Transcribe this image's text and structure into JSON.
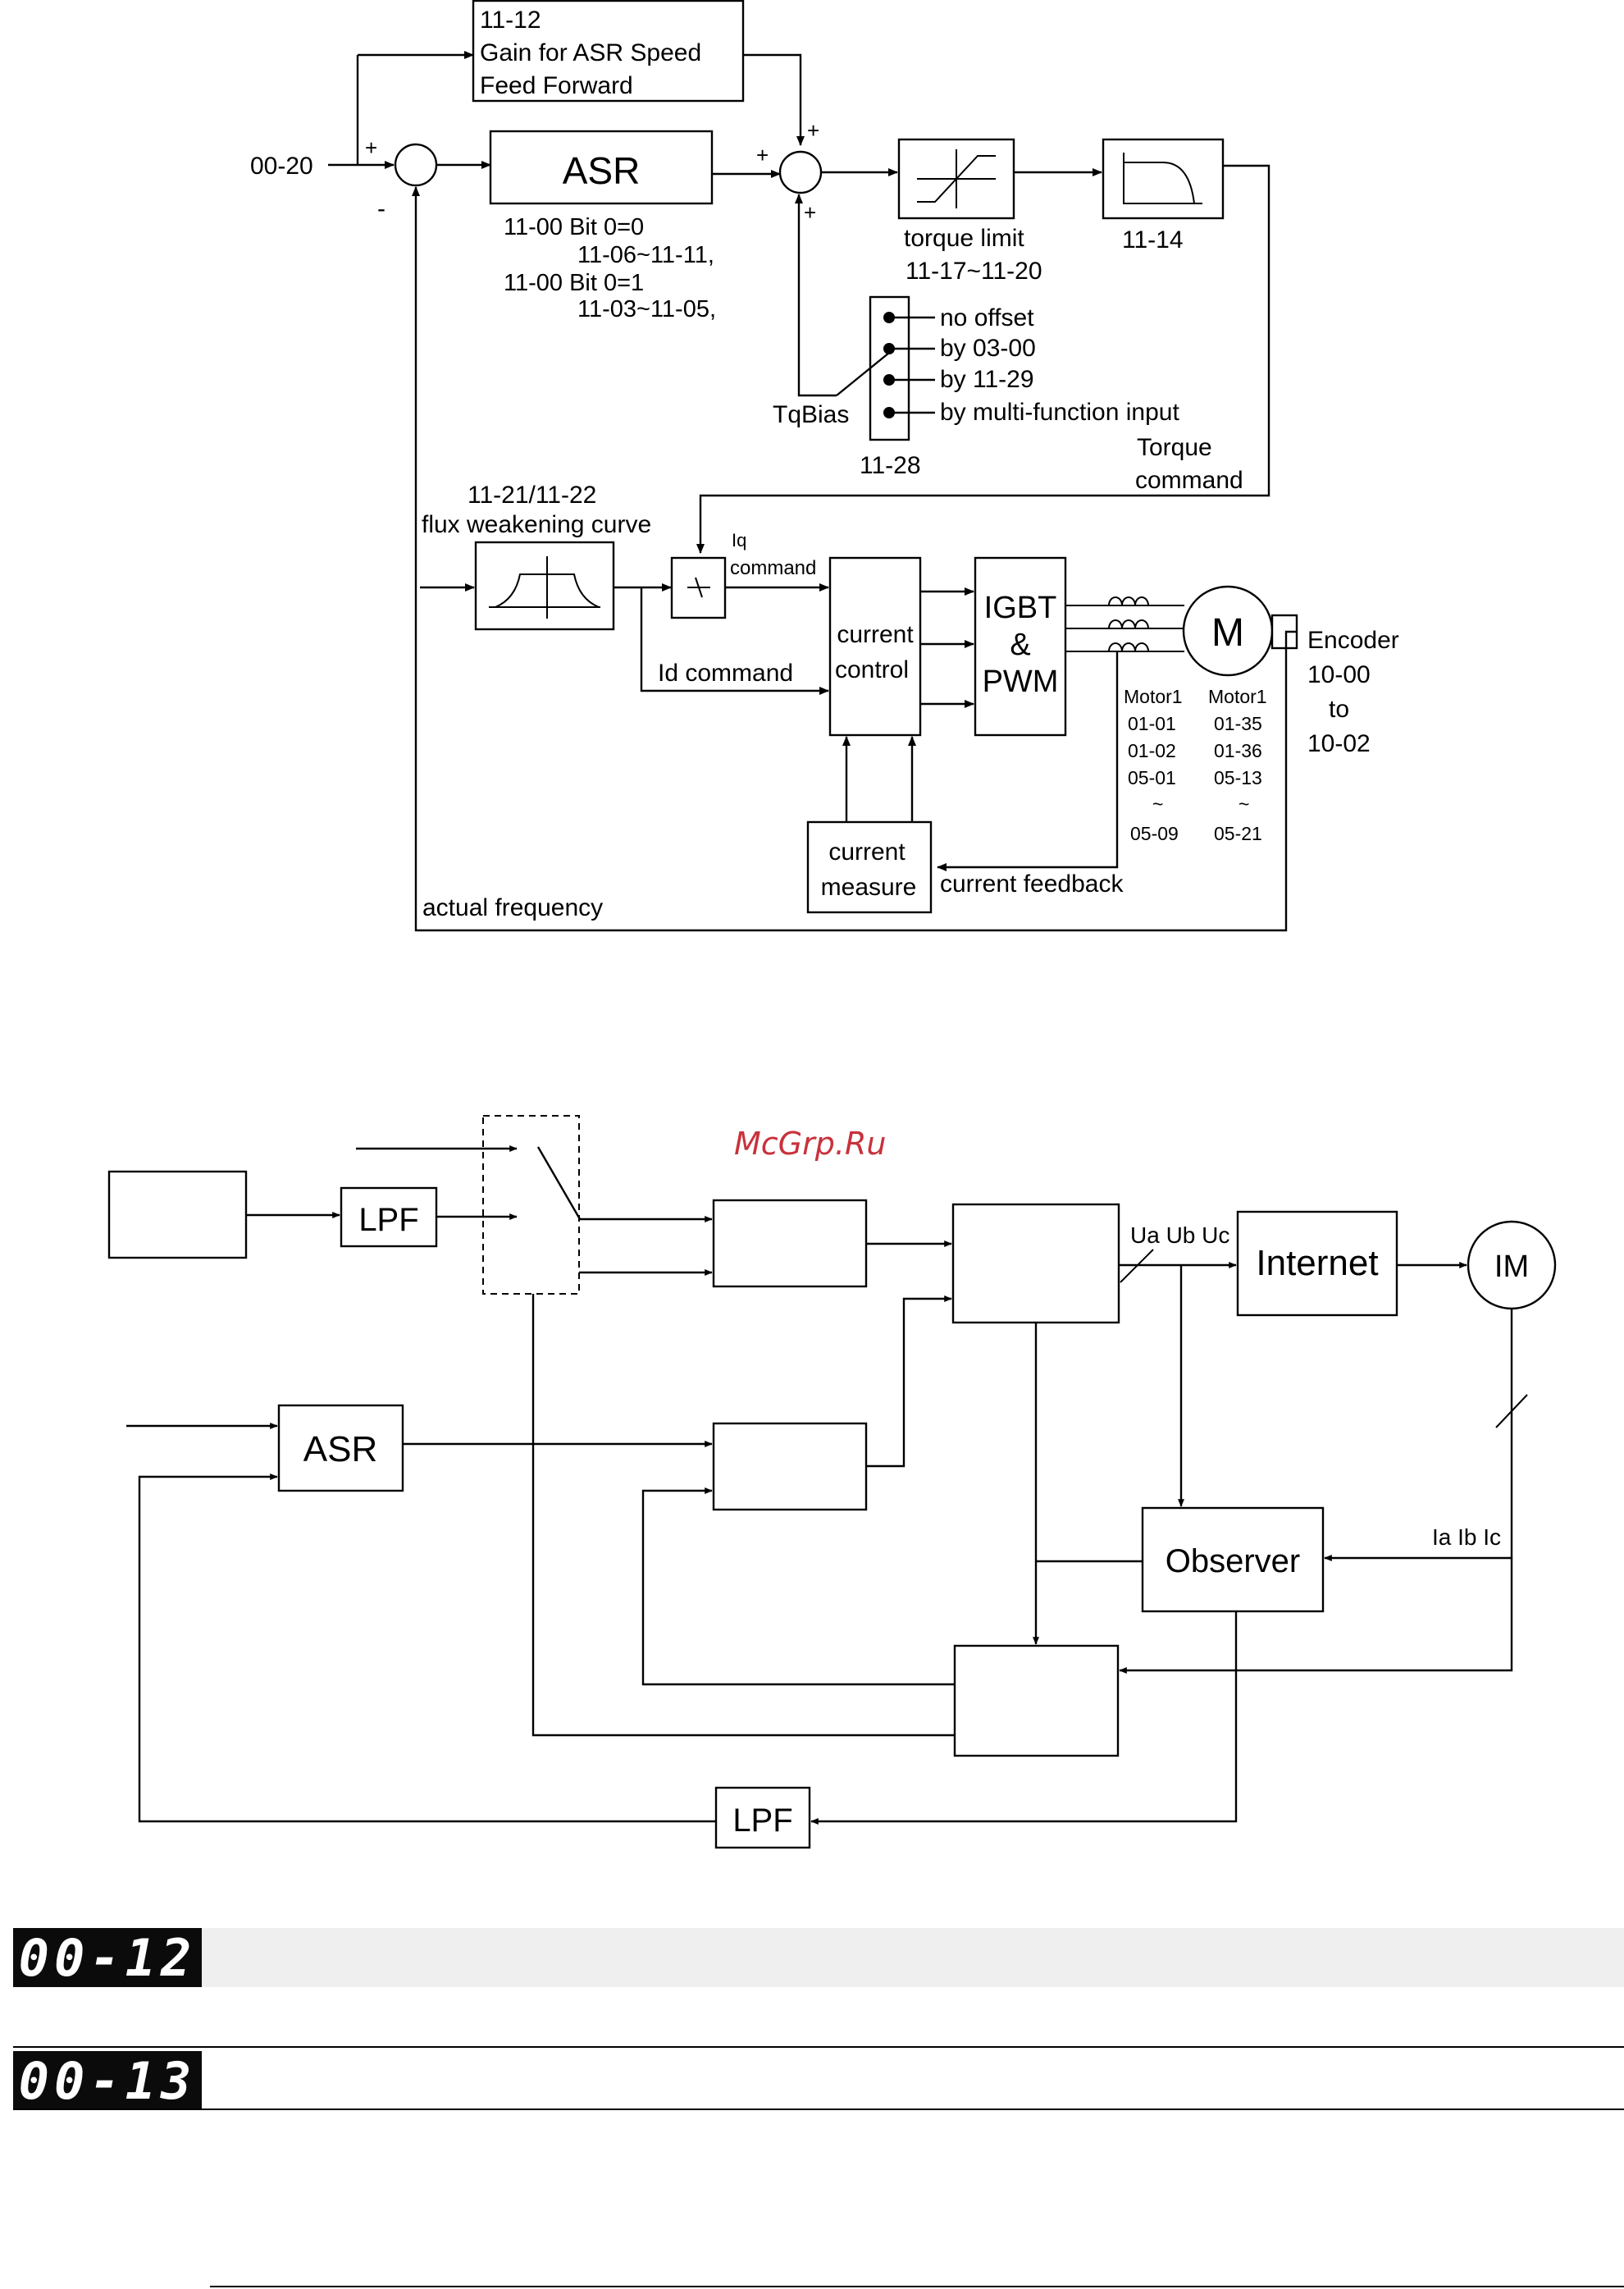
{
  "watermark": "McGrp.Ru",
  "diagram1": {
    "input_param": "00-20",
    "sum_signs": {
      "in_plus": "+",
      "in_minus": "-",
      "sum2_left": "+",
      "sum2_top": "+",
      "sum2_bottom": "+"
    },
    "feedforward_box": [
      "11-12",
      "Gain for ASR Speed",
      "Feed Forward"
    ],
    "asr_label": "ASR",
    "asr_notes": [
      "11-00 Bit 0=0",
      "11-06~11-11,",
      "11-00 Bit 0=1",
      "11-03~11-05,"
    ],
    "torque_limit": [
      "torque limit",
      "11-17~11-20"
    ],
    "filter_param": "11-14",
    "tqbias_label": "TqBias",
    "tqbias_options": [
      "no offset",
      "by 03-00",
      "by 11-29",
      "by multi-function input"
    ],
    "tqbias_param": "11-28",
    "torque_command": [
      "Torque",
      "command"
    ],
    "flux_curve": [
      "11-21/11-22",
      "flux weakening curve"
    ],
    "iq_command": [
      "Iq",
      "command"
    ],
    "id_command": "Id command",
    "current_control": [
      "current",
      "control"
    ],
    "igbt": [
      "IGBT",
      "&",
      "PWM"
    ],
    "motor": "M",
    "encoder": [
      "Encoder",
      "10-00",
      "to",
      "10-02"
    ],
    "motor_params_left": [
      "Motor1",
      "01-01",
      "01-02",
      "05-01",
      "~",
      "05-09"
    ],
    "motor_params_right": [
      "Motor1",
      "01-35",
      "01-36",
      "05-13",
      "~",
      "05-21"
    ],
    "current_measure": [
      "current",
      "measure"
    ],
    "current_feedback": "current feedback",
    "actual_frequency": "actual frequency"
  },
  "diagram2": {
    "lpf_top": "LPF",
    "asr": "ASR",
    "voltage_labels": "Ua Ub Uc",
    "inverter_box": "Internet",
    "motor": "IM",
    "current_labels": "Ia Ib Ic",
    "observer": "Observer",
    "lpf_bottom": "LPF"
  },
  "params": [
    {
      "code": "00-12",
      "title": ""
    },
    {
      "code": "00-13",
      "title": ""
    }
  ]
}
